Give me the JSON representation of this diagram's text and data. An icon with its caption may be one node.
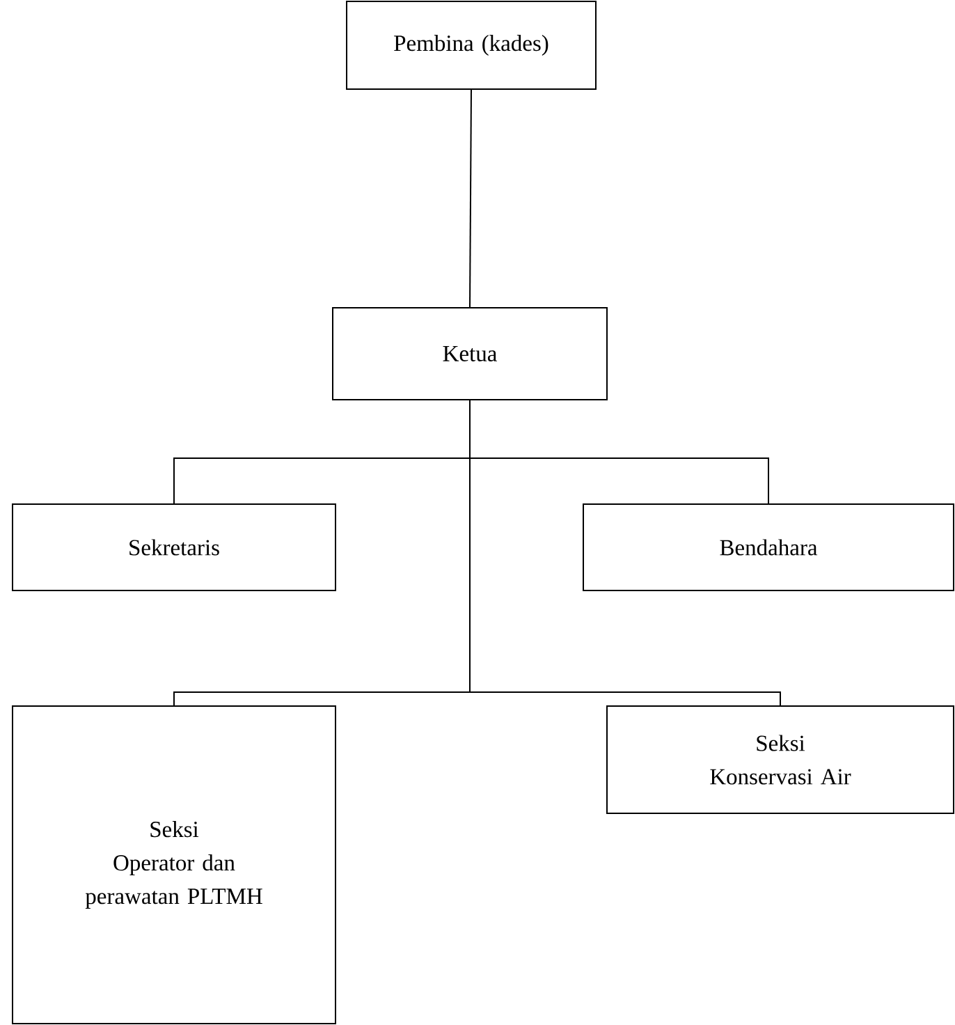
{
  "diagram": {
    "nodes": [
      {
        "text": [
          "Pembina (kades)"
        ]
      },
      {
        "text": [
          "Ketua"
        ]
      },
      {
        "text": [
          "Sekretaris"
        ]
      },
      {
        "text": [
          "Bendahara"
        ]
      },
      {
        "text": [
          "Seksi",
          "Operator dan perawatan PLTMH"
        ]
      },
      {
        "text": [
          "Seksi",
          "Konservasi Air"
        ]
      }
    ],
    "edges": [
      {
        "from": 0,
        "to": 1,
        "arrow": "none"
      },
      {
        "from": 1,
        "to": 2,
        "arrow": "none"
      },
      {
        "from": 1,
        "to": 3,
        "arrow": "none"
      },
      {
        "from": 1,
        "to": 4,
        "arrow": "none"
      },
      {
        "from": 1,
        "to": 5,
        "arrow": "none"
      }
    ]
  }
}
